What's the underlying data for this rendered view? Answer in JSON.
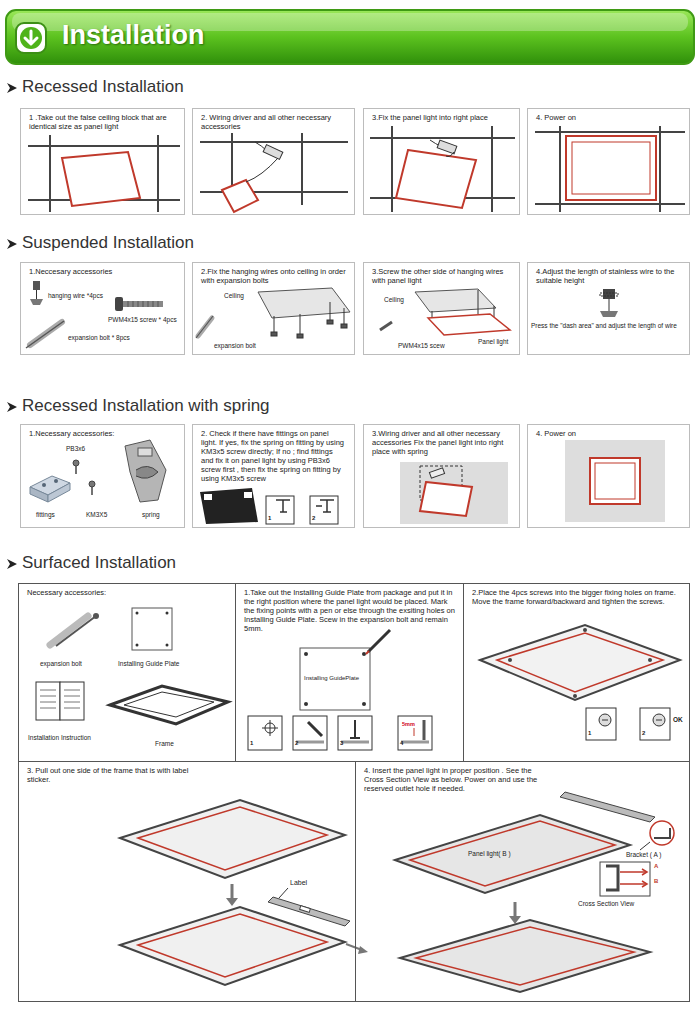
{
  "diagram": {
    "title": "Installation",
    "nodes": [
      {
        "text": [
          "Recessed Installation"
        ]
      },
      {
        "text": [
          "1 .Take out the false ceiling block that are identical size as panel light"
        ],
        "in": 0
      },
      {
        "text": [
          "2. Wiring driver and all other necessary accessories"
        ],
        "in": 0
      },
      {
        "text": [
          "3.Fix the panel light into right place"
        ],
        "in": 0
      },
      {
        "text": [
          "4. Power on"
        ],
        "in": 0
      },
      {
        "text": [
          "Suspended Installation"
        ]
      },
      {
        "text": [
          "1.Neccesary accessories"
        ],
        "in": 5
      },
      {
        "text": [
          "2.Fix the hanging wires onto ceiling in order with expansion bolts"
        ],
        "in": 5
      },
      {
        "text": [
          "3.Screw the other side of hanging wires with panel light"
        ],
        "in": 5
      },
      {
        "text": [
          "4.Adjust the length of stainless wire to the suitable height"
        ],
        "in": 5
      },
      {
        "text": [
          "Recessed Installation with spring"
        ]
      },
      {
        "text": [
          "1.Necessary accessories:"
        ],
        "in": 10
      },
      {
        "text": [
          "2. Check if there have fittings on panel light. If yes, fix the spring on fitting by using KM3x5 screw directly; If no ; find fittings and fix it on panel light by using PB3x6 screw first , then fix the spring on fitting by using KM3x5 screw"
        ],
        "in": 10
      },
      {
        "text": [
          "3.Wiring driver and all other necessary accessories Fix the panel light into right place with spring"
        ],
        "in": 10
      },
      {
        "text": [
          "4. Power on"
        ],
        "in": 10
      },
      {
        "text": [
          "Surfaced Installation"
        ]
      },
      {
        "text": [
          "Necessary accessories:"
        ],
        "in": 15
      },
      {
        "text": [
          "1.Take out the Installing Guide Plate from package and put it in the right position where the panel light would be placed. Mark the fixing points with a pen or else through the exsiting holes on Installing Guide Plate. Scew in the expansion bolt and remain 5mm."
        ],
        "in": 15
      },
      {
        "text": [
          "2.Place the 4pcs screws into the bigger fixing holes on frame. Move the frame forward/backward and tighten the screws."
        ],
        "in": 15
      },
      {
        "text": [
          "3. Pull out one side of the frame that is with label sticker."
        ],
        "in": 15
      },
      {
        "text": [
          "4. Insert the panel light in proper position . See the Cross Section View as below. Power on and use the reserved outlet hole if needed."
        ],
        "in": 15
      }
    ],
    "labels": [
      "hanging wire *4pcs",
      "PWM4x15 screw * 4pcs",
      "expansion bolt * 8pcs",
      "Ceiling",
      "expansion bolt",
      "Ceiling",
      "PWM4x15 scew",
      "Panel light",
      "Press the \"dash area\" and adjust the length of wire",
      "PB3x6",
      "fittings",
      "KM3X5",
      "spring",
      "1",
      "2",
      "expansion bolt",
      "Installing Guide Plate",
      "Installation Instruction",
      "Frame",
      "Installing GuidePlate",
      "1",
      "2",
      "3",
      "4",
      "5mm",
      "1",
      "2",
      "OK",
      "Label",
      "Panel light( B )",
      "Bracket ( A )",
      "A",
      "B",
      "Cross Section View"
    ]
  }
}
